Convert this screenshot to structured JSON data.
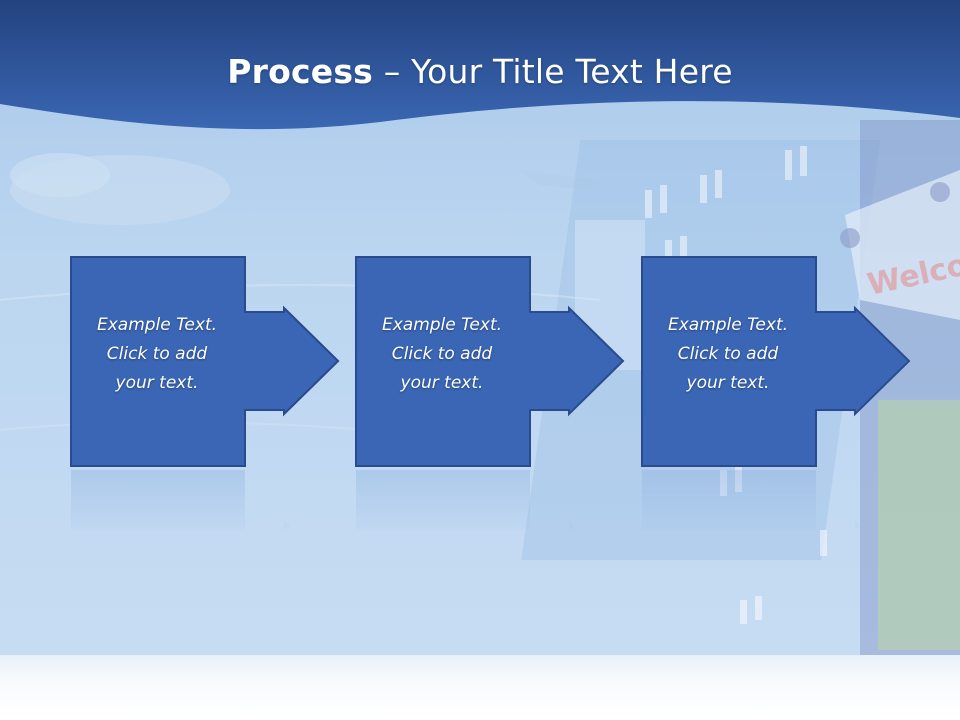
{
  "slide": {
    "title_bold": "Process",
    "title_rest": " – Your Title Text Here"
  },
  "steps": [
    {
      "text": "Example Text.\nClick  to add\nyour text."
    },
    {
      "text": "Example Text.\nClick  to add\nyour text."
    },
    {
      "text": "Example Text.\nClick  to add\nyour text."
    }
  ],
  "colors": {
    "header_blue": "#2f5aa5",
    "box_fill": "#3a66b5",
    "box_border": "#2a4c8e",
    "background": "#bcd6f0"
  }
}
